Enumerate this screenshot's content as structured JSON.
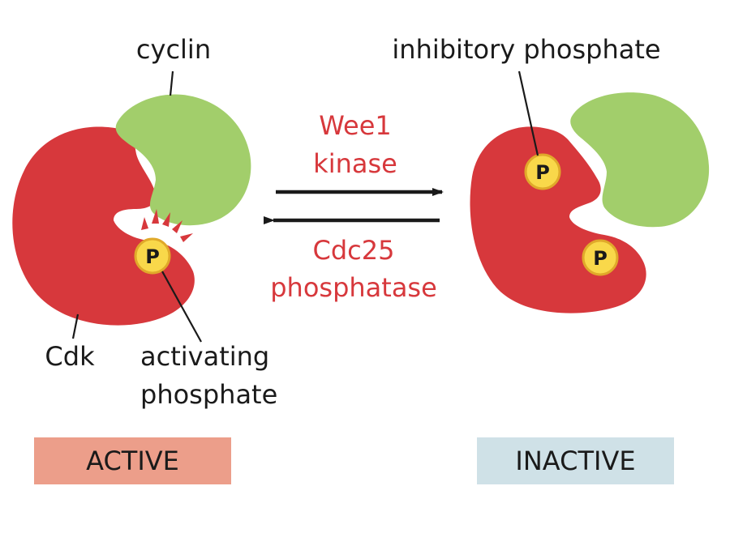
{
  "labels": {
    "cyclin": "cyclin",
    "inhibitory_phosphate": "inhibitory phosphate",
    "forward_enzyme_line1": "Wee1",
    "forward_enzyme_line2": "kinase",
    "reverse_enzyme_line1": "Cdc25",
    "reverse_enzyme_line2": "phosphatase",
    "cdk": "Cdk",
    "activating_phosphate_line1": "activating",
    "activating_phosphate_line2": "phosphate",
    "phosphate_symbol": "P"
  },
  "states": {
    "active": "ACTIVE",
    "inactive": "INACTIVE"
  },
  "colors": {
    "cdk": "#d7383c",
    "cyclin": "#a2ce6b",
    "phosphate_fill": "#f9d84a",
    "phosphate_ring": "#e0a92a",
    "enzyme_text": "#d7383c",
    "active_box": "#ec9e8a",
    "inactive_box": "#cfe1e7",
    "arrow": "#1a1a1a"
  }
}
